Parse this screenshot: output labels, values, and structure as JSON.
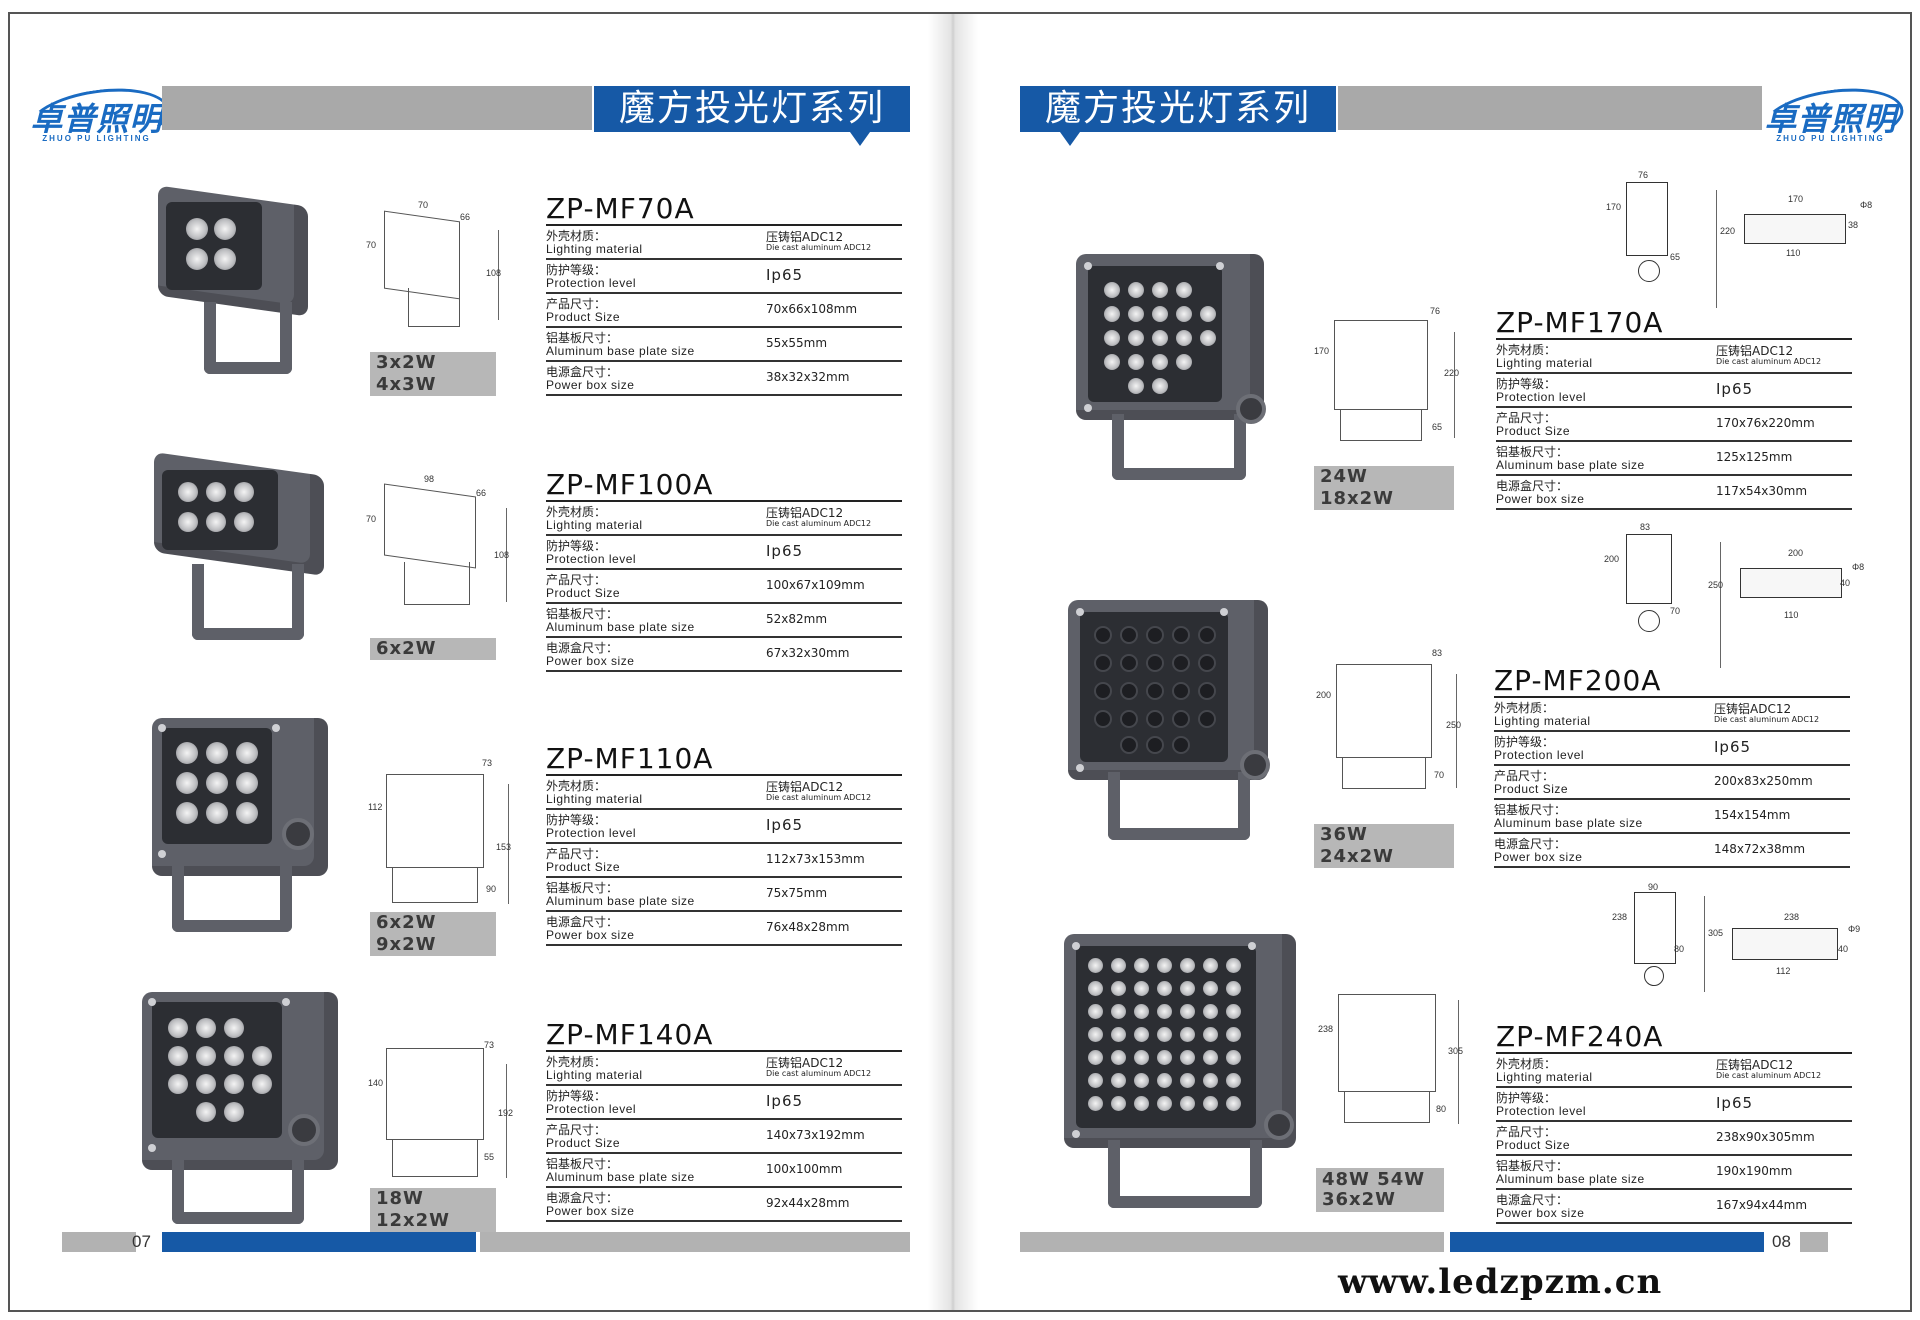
{
  "brand": {
    "logo_cn": "卓普照明",
    "logo_en": "ZHUO PU LIGHTING"
  },
  "series_title": "魔方投光灯系列",
  "spec_labels": {
    "material_cn": "外壳材质：",
    "material_en": "Lighting material",
    "protection_cn": "防护等级：",
    "protection_en": "Protection level",
    "size_cn": "产品尺寸：",
    "size_en": "Product Size",
    "plate_cn": "铝基板尺寸：",
    "plate_en": "Aluminum base plate size",
    "box_cn": "电源盒尺寸：",
    "box_en": "Power box size"
  },
  "left_page": {
    "page_number": "07",
    "products": [
      {
        "model": "ZP-MF70A",
        "material_cn": "压铸铝ADC12",
        "material_en": "Die cast aluminum ADC12",
        "protection": "Ip65",
        "size": "70x66x108mm",
        "plate": "55x55mm",
        "box": "38x32x32mm",
        "wattage": "3x2W 4x3W",
        "dims": {
          "w": "70",
          "d": "66",
          "h1": "70",
          "h2": "108"
        }
      },
      {
        "model": "ZP-MF100A",
        "material_cn": "压铸铝ADC12",
        "material_en": "Die cast aluminum ADC12",
        "protection": "Ip65",
        "size": "100x67x109mm",
        "plate": "52x82mm",
        "box": "67x32x30mm",
        "wattage": "6x2W",
        "dims": {
          "w": "98",
          "d": "66",
          "h1": "70",
          "h2": "108"
        }
      },
      {
        "model": "ZP-MF110A",
        "material_cn": "压铸铝ADC12",
        "material_en": "Die cast aluminum ADC12",
        "protection": "Ip65",
        "size": "112x73x153mm",
        "plate": "75x75mm",
        "box": "76x48x28mm",
        "wattage": "6x2W 9x2W",
        "dims": {
          "w": "73",
          "d": "",
          "h1": "112",
          "h2": "153",
          "h3": "90"
        }
      },
      {
        "model": "ZP-MF140A",
        "material_cn": "压铸铝ADC12",
        "material_en": "Die cast aluminum ADC12",
        "protection": "Ip65",
        "size": "140x73x192mm",
        "plate": "100x100mm",
        "box": "92x44x28mm",
        "wattage": "18W 12x2W",
        "dims": {
          "w": "73",
          "d": "",
          "h1": "140",
          "h2": "192",
          "h3": "55"
        }
      }
    ]
  },
  "right_page": {
    "page_number": "08",
    "website": "www.ledzpzm.cn",
    "products": [
      {
        "model": "ZP-MF170A",
        "material_cn": "压铸铝ADC12",
        "material_en": "Die cast aluminum ADC12",
        "protection": "Ip65",
        "size": "170x76x220mm",
        "plate": "125x125mm",
        "box": "117x54x30mm",
        "wattage": "24W 18x2W",
        "dims": {
          "w": "76",
          "h1": "170",
          "h2": "220",
          "h3": "65",
          "top_w": "170",
          "top_d": "110",
          "side": "76",
          "top_dia": "Φ8",
          "top_h": "38"
        }
      },
      {
        "model": "ZP-MF200A",
        "material_cn": "压铸铝ADC12",
        "material_en": "Die cast aluminum ADC12",
        "protection": "Ip65",
        "size": "200x83x250mm",
        "plate": "154x154mm",
        "box": "148x72x38mm",
        "wattage": "36W 24x2W",
        "dims": {
          "w": "83",
          "h1": "200",
          "h2": "250",
          "h3": "70",
          "top_w": "200",
          "top_d": "110",
          "side": "83",
          "top_dia": "Φ8",
          "top_h": "40"
        }
      },
      {
        "model": "ZP-MF240A",
        "material_cn": "压铸铝ADC12",
        "material_en": "Die cast aluminum ADC12",
        "protection": "Ip65",
        "size": "238x90x305mm",
        "plate": "190x190mm",
        "box": "167x94x44mm",
        "wattage": "48W 54W 36x2W",
        "dims": {
          "w": "90",
          "h1": "238",
          "h2": "305",
          "h3": "80",
          "top_w": "238",
          "top_d": "112",
          "side": "90",
          "top_dia": "Φ9",
          "top_h": "40"
        }
      }
    ]
  },
  "colors": {
    "brand_blue": "#1659a6",
    "bar_grey": "#a9a9a9",
    "lamp_grey": "#5e6068"
  }
}
